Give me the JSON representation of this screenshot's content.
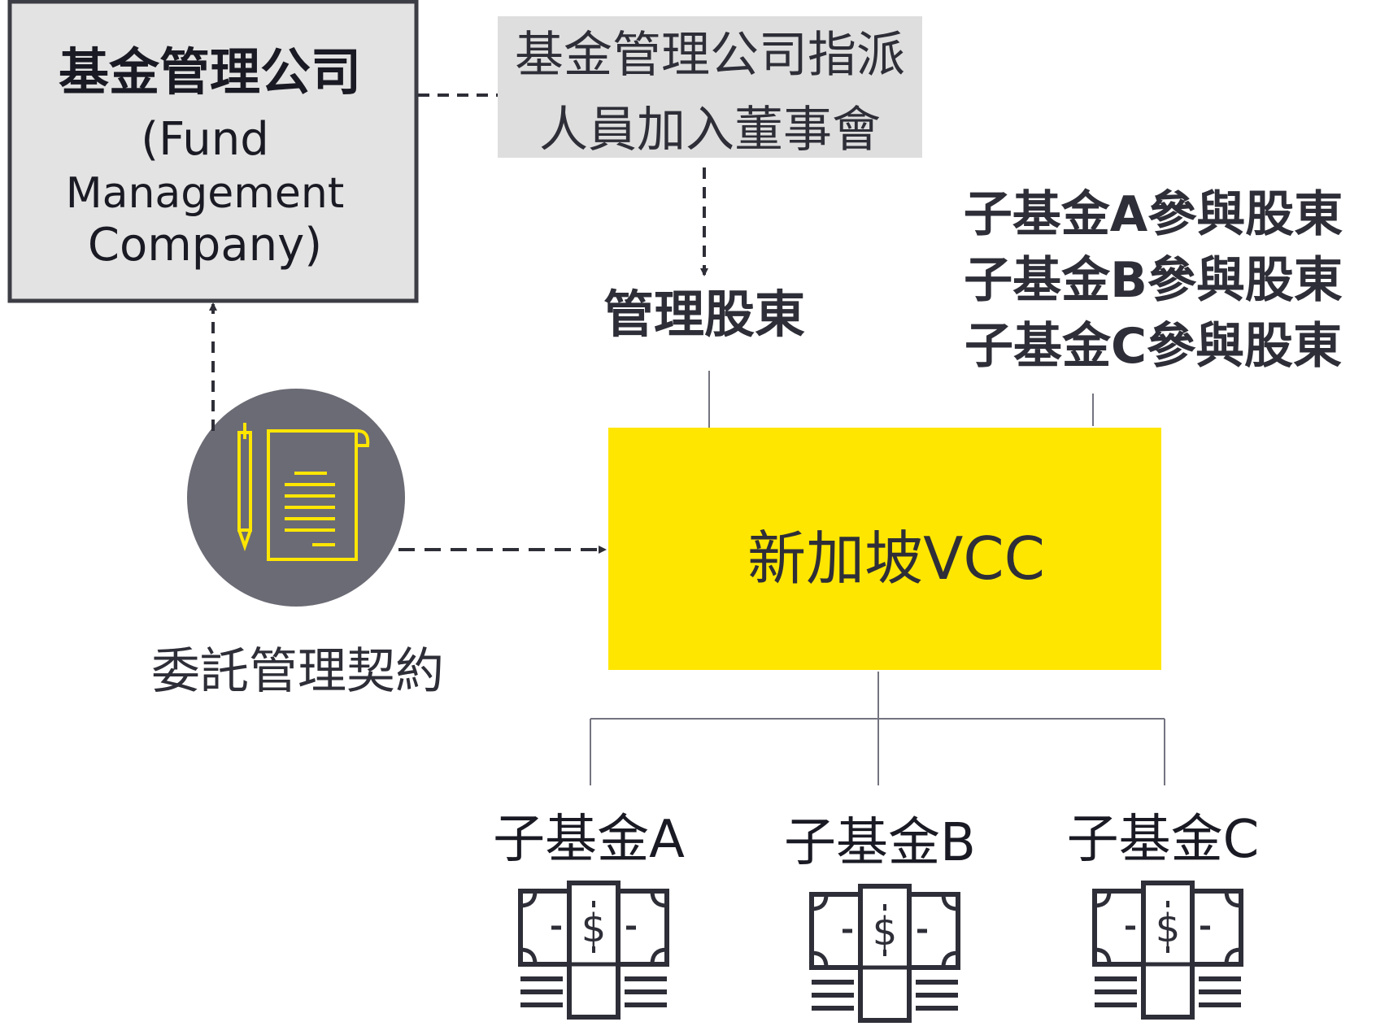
{
  "fund_management_company": {
    "name_zh": "基金管理公司",
    "name_en_line1": "(Fund",
    "name_en_line2": "Management",
    "name_en_line3": "Company)"
  },
  "board_appointment": {
    "line1": "基金管理公司指派",
    "line2": "人員加入董事會"
  },
  "management_shareholder": "管理股東",
  "participating_shareholders": [
    "子基金A參與股東",
    "子基金B參與股東",
    "子基金C參與股東"
  ],
  "vcc": {
    "label": "新加坡VCC"
  },
  "management_agreement": {
    "label": "委託管理契約",
    "icon": "contract-scroll-icon"
  },
  "sub_funds": [
    {
      "label": "子基金A",
      "icon": "cash-bundle-icon"
    },
    {
      "label": "子基金B",
      "icon": "cash-bundle-icon"
    },
    {
      "label": "子基金C",
      "icon": "cash-bundle-icon"
    }
  ],
  "colors": {
    "box_fill": "#e3e3e3",
    "box_border": "#3d3d45",
    "note_fill": "#dedede",
    "vcc_fill": "#ffe600",
    "circle_fill": "#6b6b75",
    "icon_yellow": "#ffe600",
    "text_dark": "#2e2e38",
    "line_gray": "#747480"
  }
}
